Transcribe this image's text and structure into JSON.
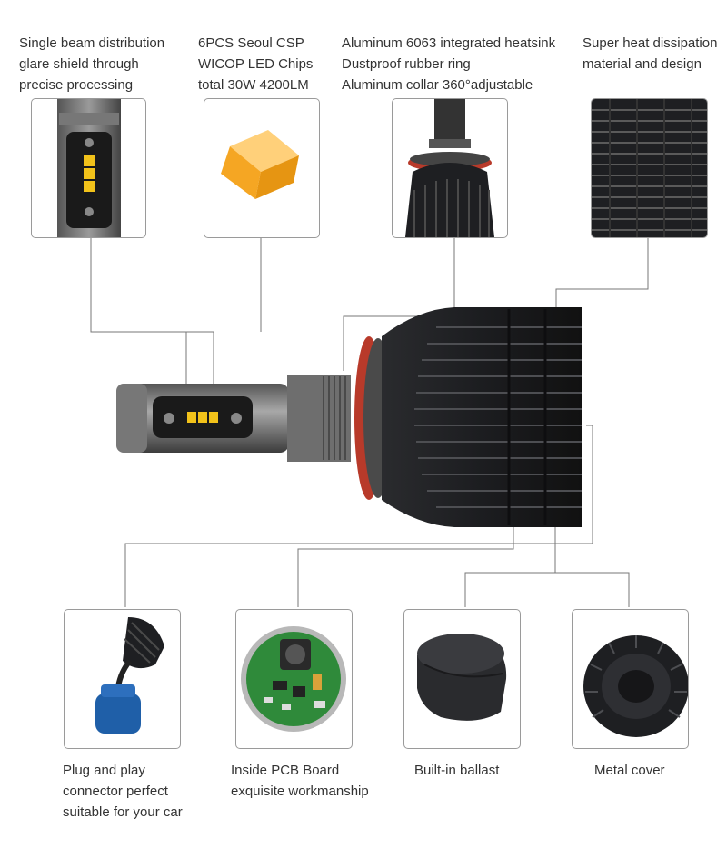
{
  "top_features": [
    {
      "id": "beam",
      "lines": [
        "Single beam distribution",
        "glare shield through",
        "precise processing"
      ]
    },
    {
      "id": "chips",
      "lines": [
        "6PCS Seoul CSP",
        "WICOP LED Chips",
        "total 30W 4200LM"
      ]
    },
    {
      "id": "heatsink",
      "lines": [
        "Aluminum 6063 integrated heatsink",
        "Dustproof rubber ring",
        "Aluminum collar 360°adjustable"
      ]
    },
    {
      "id": "dissipation",
      "lines": [
        "Super heat dissipation",
        "material and design"
      ]
    }
  ],
  "bottom_features": [
    {
      "id": "plug",
      "lines": [
        "Plug and play",
        "connector perfect",
        "suitable for your car"
      ]
    },
    {
      "id": "pcb",
      "lines": [
        "Inside PCB Board",
        "exquisite workmanship"
      ]
    },
    {
      "id": "ballast",
      "lines": [
        "Built-in ballast"
      ]
    },
    {
      "id": "cover",
      "lines": [
        "Metal cover"
      ]
    }
  ],
  "colors": {
    "line": "#777777",
    "heatsink": "#1e1f22",
    "pcb": "#2f8a3a",
    "connector": "#1f5fa8",
    "led": "#f2c21a",
    "chip": "#f5b23c",
    "ring": "#b83a2a"
  }
}
